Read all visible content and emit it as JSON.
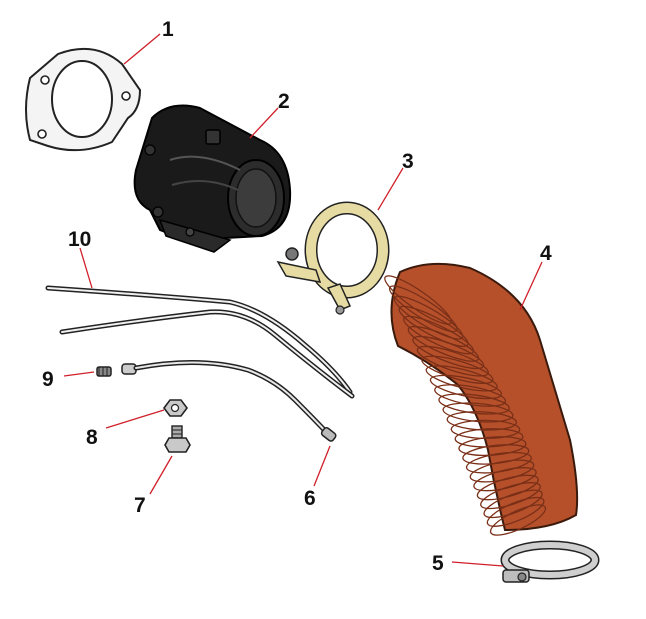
{
  "callouts": [
    {
      "id": "1",
      "label": "1"
    },
    {
      "id": "2",
      "label": "2"
    },
    {
      "id": "3",
      "label": "3"
    },
    {
      "id": "4",
      "label": "4"
    },
    {
      "id": "5",
      "label": "5"
    },
    {
      "id": "6",
      "label": "6"
    },
    {
      "id": "7",
      "label": "7"
    },
    {
      "id": "8",
      "label": "8"
    },
    {
      "id": "9",
      "label": "9"
    },
    {
      "id": "10",
      "label": "10"
    }
  ],
  "colors": {
    "leader": "#d0202a",
    "gasket_fill": "#f4f4f4",
    "elbow_body": "#1a1a1a",
    "clamp_band": "#e6dca3",
    "hose": "#b5502b",
    "hose_rib": "#7a2f17",
    "hose_clamp": "#cfcfcf"
  }
}
